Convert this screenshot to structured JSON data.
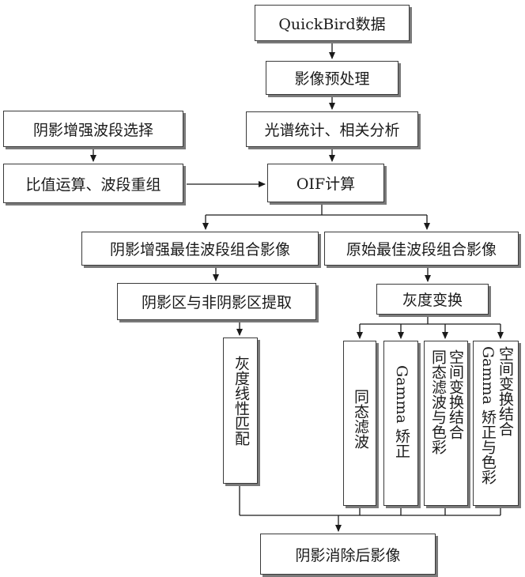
{
  "nodes": {
    "quickbird": "QuickBird数据",
    "preprocess": "影像预处理",
    "spectral": "光谱统计、相关分析",
    "shadow_band_select": "阴影增强波段选择",
    "ratio_regroup": "比值运算、波段重组",
    "oif": "OIF计算",
    "shadow_enhanced_best": "阴影增强最佳波段组合影像",
    "original_best": "原始最佳波段组合影像",
    "shadow_extract": "阴影区与非阴影区提取",
    "gray_transform": "灰度变换",
    "gray_linear_match": "灰度线性匹配",
    "homomorphic": "同态滤波",
    "gamma": "Gamma 矫正",
    "spatial_homo_col1": "空间变换结合",
    "spatial_homo_col2": "同态滤波与色彩",
    "spatial_gamma_col1": "空间变换结合",
    "spatial_gamma_col2": "Gamma 矫正与色彩",
    "result": "阴影消除后影像"
  }
}
